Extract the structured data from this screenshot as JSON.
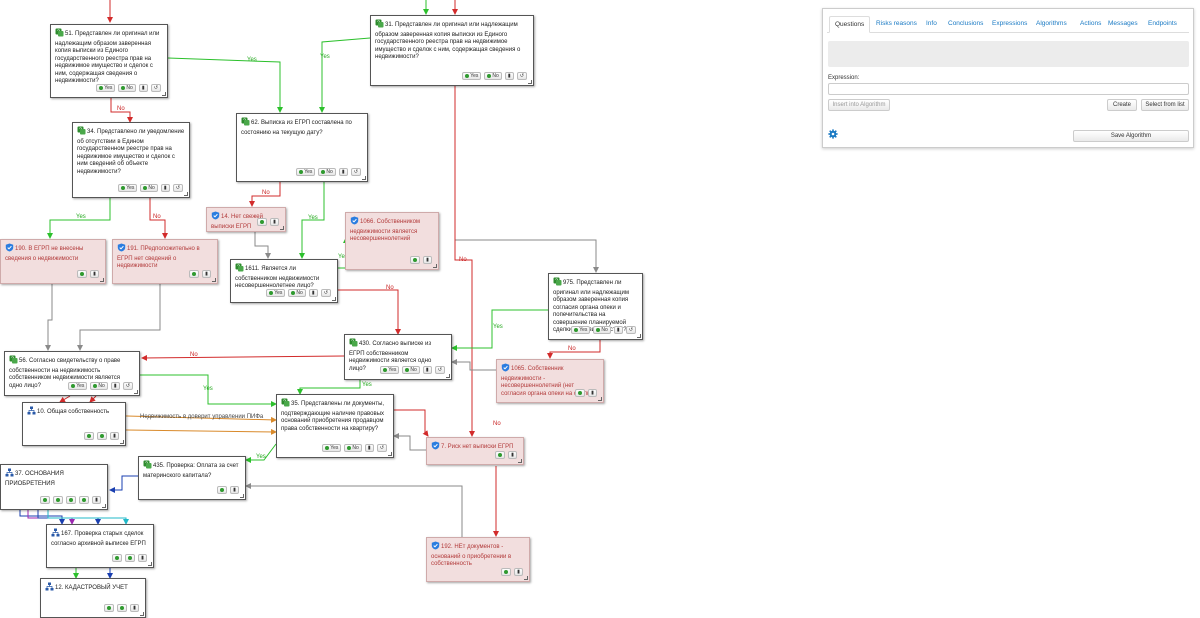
{
  "edge_labels": {
    "yes": "Yes",
    "no": "No",
    "real_estate_trust": "Недвижимость в доверит управлении ПИФа"
  },
  "nodes": {
    "n51a": {
      "text": "51. Представлен ли оригинал или надлежащим образом заверенная копия выписки из Единого государственного реестра прав на недвижимое имущество и сделок с ним, содержащая сведения о недвижимости?",
      "kind": "question"
    },
    "n31": {
      "text": "31. Представлен ли оригинал или надлежащим образом заверенная копия выписки из Единого государственного реестра прав на недвижимое имущество и сделок с ним, содержащая сведения о недвижимости?",
      "kind": "question"
    },
    "n34": {
      "text": "34. Представлено ли уведомление об отсутствии в Едином государственном реестре прав на недвижимое имущество и сделок с ним сведений об объекте недвижимости?",
      "kind": "question"
    },
    "n62": {
      "text": "62. Выписка из ЕГРП составлена по состоянию на текущую дату?",
      "kind": "question"
    },
    "n14": {
      "text": "14. Нет свежей выписки ЕГРП",
      "kind": "conclusion"
    },
    "n1066": {
      "text": "1066. Собственником недвижимости является несовершеннолетний",
      "kind": "conclusion"
    },
    "n190": {
      "text": "190. В ЕГРП не внесены сведения о недвижимости",
      "kind": "conclusion"
    },
    "n191": {
      "text": "191. ПРедположительно в ЕГРП нет сведений о недвижимости",
      "kind": "conclusion"
    },
    "n1611": {
      "text": "1611. Является ли собственником недвижимости несовершеннолетнее лицо?",
      "kind": "question"
    },
    "n975": {
      "text": "975. Представлен ли оригинал или надлежащим образом заверенная копия согласия органа опеки и попечительства на совершение планируемой сделки с недвижимостью?",
      "kind": "question"
    },
    "n430": {
      "text": "430. Согласно выписке из ЕГРП собственником недвижимости является одно лицо?",
      "kind": "question"
    },
    "n1065": {
      "text": "1065. Собственник недвижимости - несовершеннолетний (нет согласия органа опеки на сделку)",
      "kind": "conclusion"
    },
    "n56": {
      "text": "56. Согласно свидетельству о праве собственности на недвижимость собственником недвижимости является одно лицо?",
      "kind": "question"
    },
    "n10": {
      "text": "10. Общая собственность",
      "kind": "algo"
    },
    "n35": {
      "text": "35. Представлены ли документы, подтверждающие наличие правовых оснований приобретения продавцом права собственности на квартиру?",
      "kind": "question"
    },
    "n7": {
      "text": "7. Риск нет выписки ЕГРП",
      "kind": "conclusion"
    },
    "n435": {
      "text": "435. Проверка: Оплата за счет материнского капитала?",
      "kind": "question"
    },
    "n37": {
      "text": "37. ОСНОВАНИЯ ПРИОБРЕТЕНИЯ",
      "kind": "algo"
    },
    "n167": {
      "text": "167. Проверка старых сделок согласно архивной выписке ЕГРП",
      "kind": "algo"
    },
    "n192": {
      "text": "192. НЕт документов - оснований о приобретении в собственность",
      "kind": "conclusion"
    },
    "n12": {
      "text": "12. КАДАСТРОВЫЙ УЧЕТ",
      "kind": "algo"
    }
  },
  "node_buttons": {
    "yes": "Yes",
    "no": "No"
  },
  "panel": {
    "tabs": [
      "Questions",
      "Risks reasons",
      "Info",
      "Conclusions",
      "Expressions",
      "Algorithms",
      "Actions",
      "Messages",
      "Endpoints"
    ],
    "active_tab": "Questions",
    "expression_label": "Expression:",
    "expression_value": "",
    "insert_label": "Insert into Algorithm",
    "create_label": "Create",
    "select_label": "Select from list",
    "save_label": "Save Algorithm"
  },
  "colors": {
    "yes": "#2cc02c",
    "no": "#d22b2b",
    "neutral": "#8a8a8a",
    "orange": "#d98a2b",
    "blue": "#1a3fb0",
    "purple": "#9c27b0",
    "cyan": "#20b8c8",
    "link": "#1a7ac4"
  }
}
